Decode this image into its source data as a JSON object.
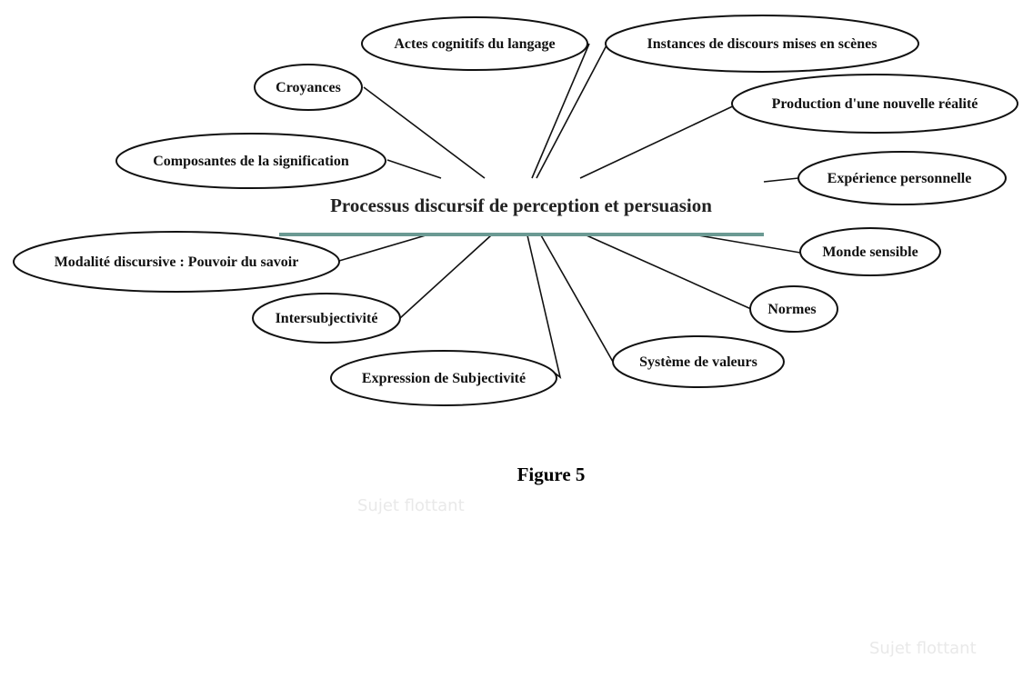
{
  "diagram": {
    "center_title": "Processus discursif de perception et persuasion",
    "nodes": [
      "Actes cognitifs du langage",
      "Instances de discours mises en scènes",
      "Croyances",
      "Production d'une nouvelle réalité",
      "Composantes de la signification",
      "Expérience personnelle",
      "Modalité discursive : Pouvoir du savoir",
      "Monde sensible",
      "Intersubjectivité",
      "Normes",
      "Système de valeurs",
      "Expression de Subjectivité"
    ],
    "underline_color": "#6b9a93"
  },
  "caption": "Figure 5",
  "watermarks": [
    "Sujet flottant",
    "Sujet flottant"
  ]
}
